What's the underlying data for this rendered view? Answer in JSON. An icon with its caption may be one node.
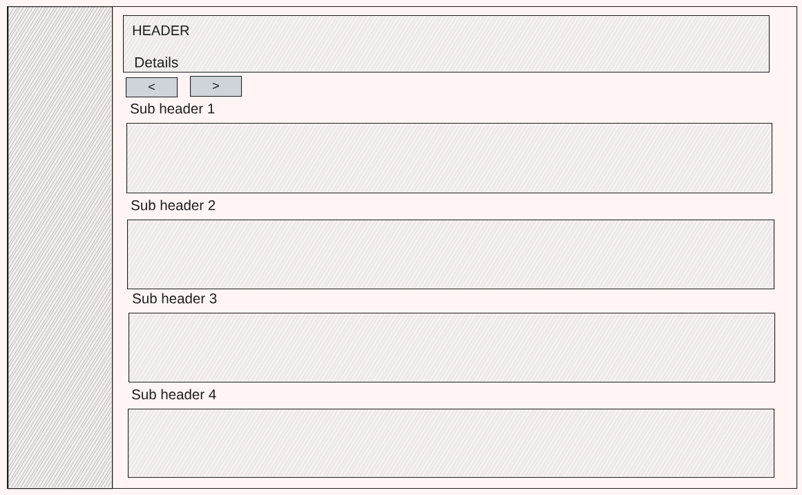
{
  "diagram": {
    "nodes": [
      {
        "text": [],
        "shape": "box"
      },
      {
        "text": [],
        "shape": "box",
        "in": 0
      },
      {
        "text": [
          "HEADER",
          "Details"
        ],
        "in": 0
      },
      {
        "text": [
          "<"
        ],
        "in": 0
      },
      {
        "text": [
          ">"
        ],
        "in": 0
      },
      {
        "text": [
          "Sub header 1"
        ],
        "in": 0
      },
      {
        "text": [
          "Sub header 2"
        ],
        "in": 0
      },
      {
        "text": [
          "Sub header 3"
        ],
        "in": 0
      },
      {
        "text": [
          "Sub header 4"
        ],
        "in": 0
      }
    ]
  }
}
